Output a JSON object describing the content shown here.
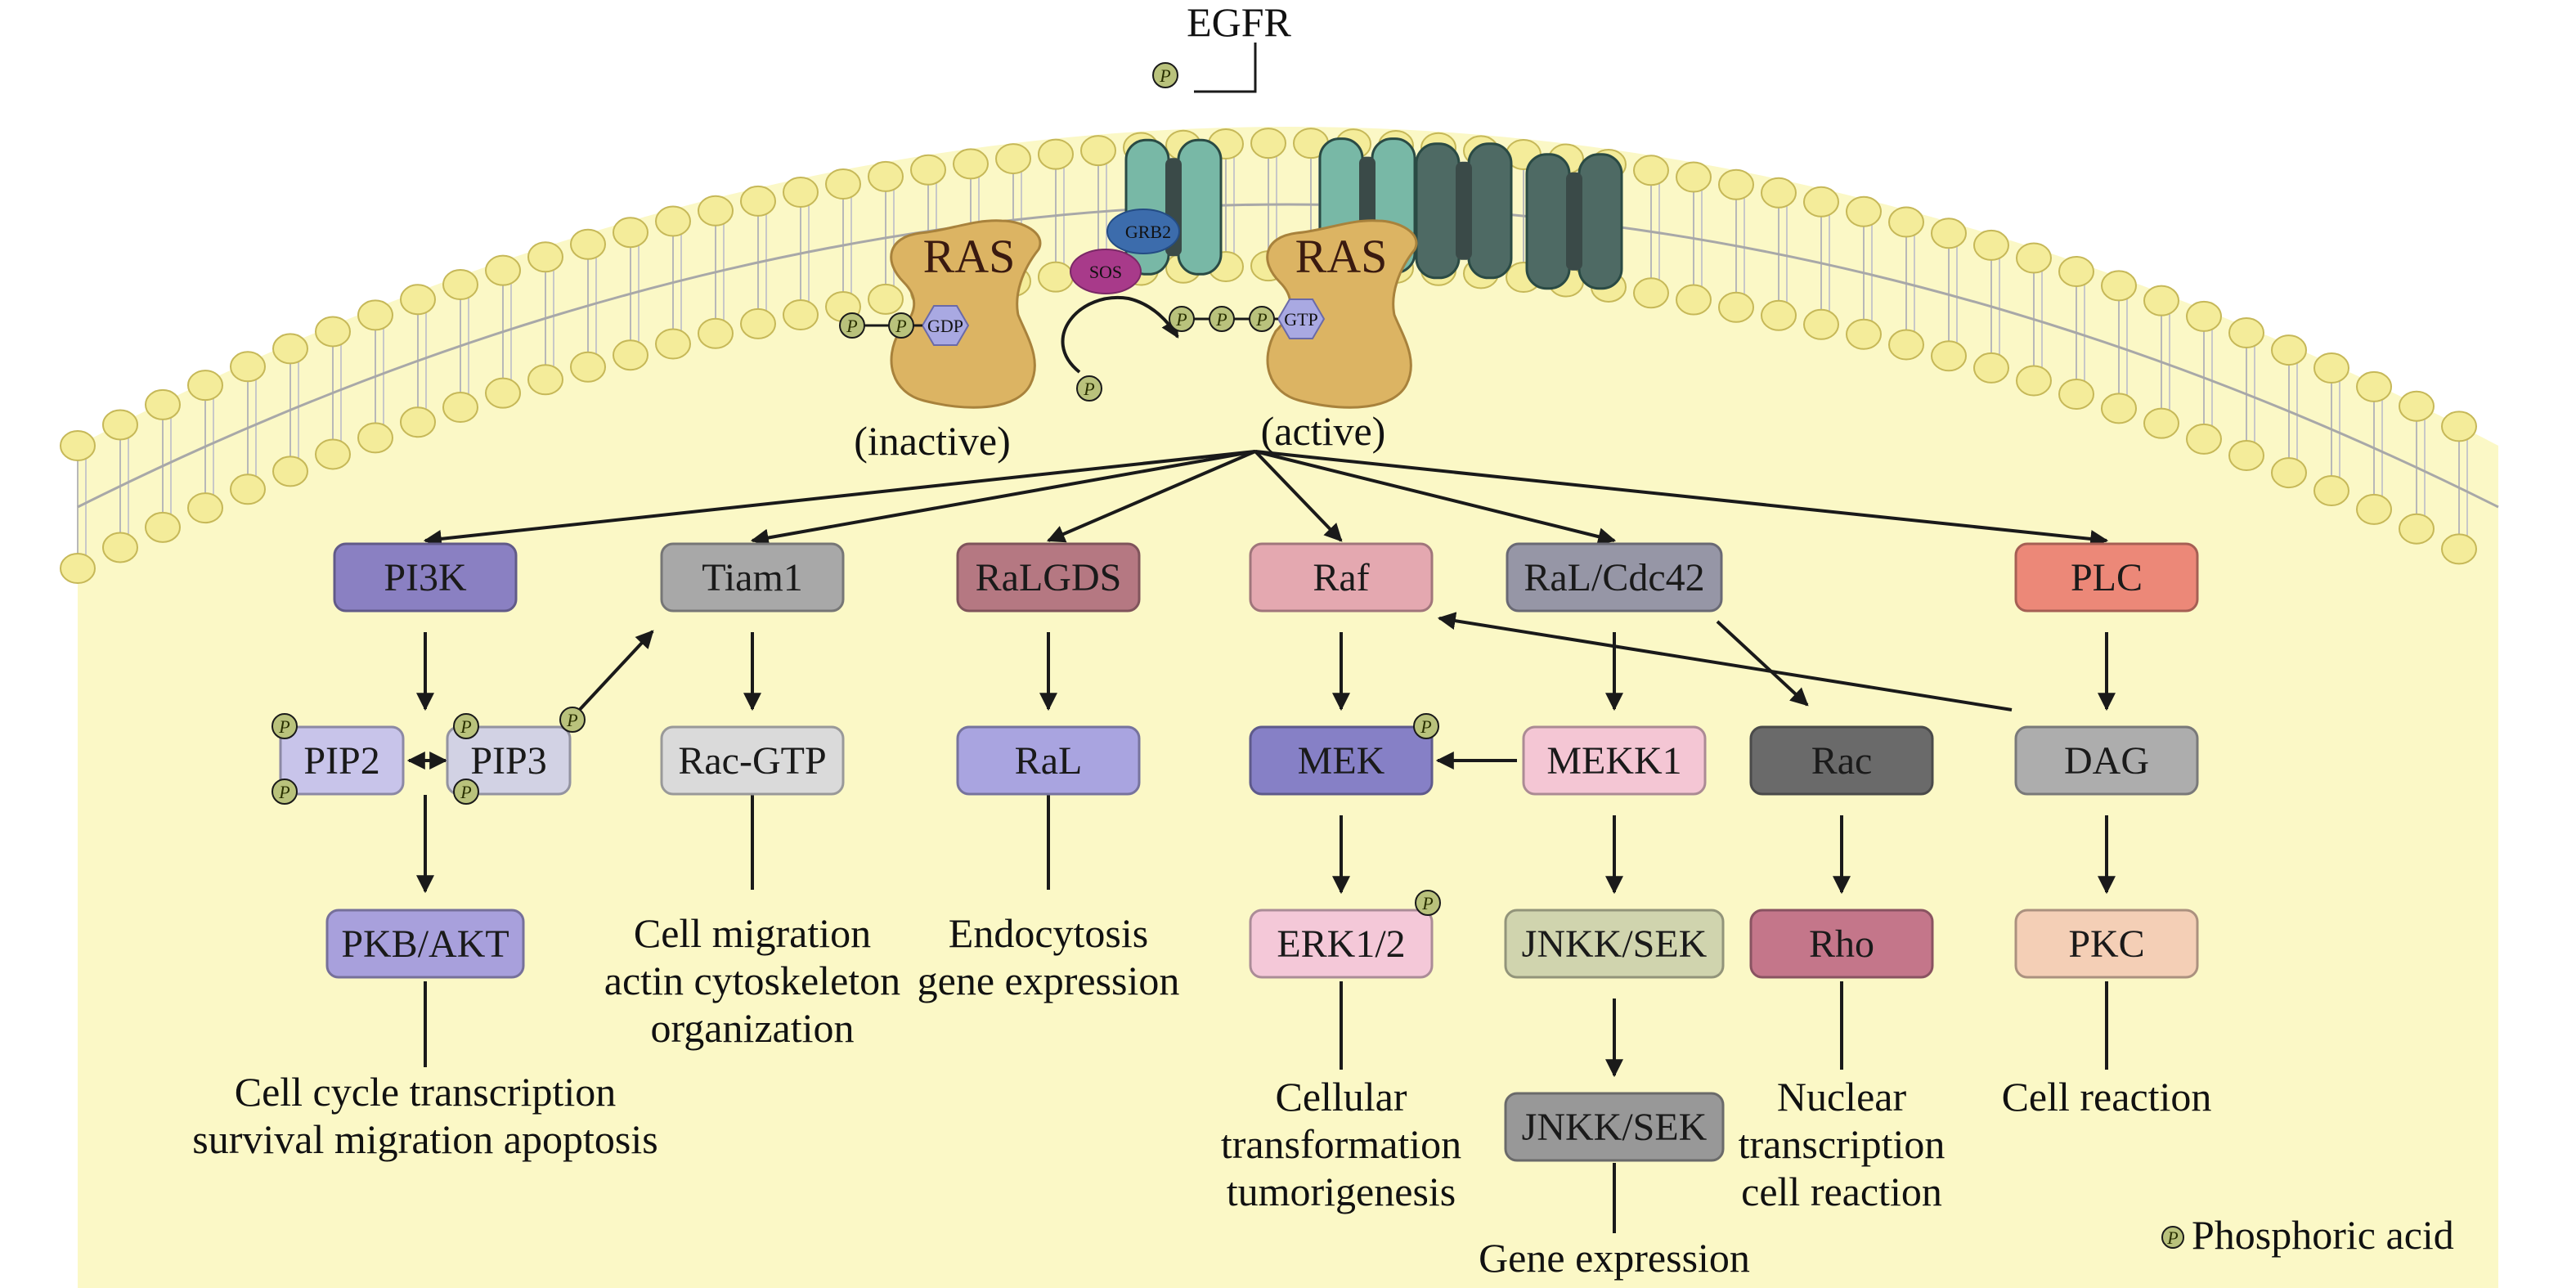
{
  "colors": {
    "cytoplasm": "#fbf8c6",
    "lipid_head": "#f4ec9a",
    "channel": "#78b8a6",
    "ras_body": "#dcb463",
    "phospho": "#b9c27c",
    "arrow": "#1a1a1a"
  },
  "membrane": {
    "receptor_label": "EGFR",
    "ras_inactive": {
      "name": "RAS",
      "nucleotide": "GDP",
      "state": "(inactive)"
    },
    "ras_active": {
      "name": "RAS",
      "nucleotide": "GTP",
      "state": "(active)"
    },
    "adaptor": {
      "grb2": "GRB2",
      "sos": "SOS"
    }
  },
  "phospho_symbol": "P",
  "nodes": {
    "pi3k": {
      "label": "PI3K",
      "fill": "#8a80c2"
    },
    "tiam1": {
      "label": "Tiam1",
      "fill": "#a8a8a8"
    },
    "ralgds": {
      "label": "RaLGDS",
      "fill": "#b57882"
    },
    "raf": {
      "label": "Raf",
      "fill": "#e4a8b0"
    },
    "ral_cdc42": {
      "label": "RaL/Cdc42",
      "fill": "#9696a6"
    },
    "plc": {
      "label": "PLC",
      "fill": "#ec8878"
    },
    "pip2": {
      "label": "PIP2",
      "fill": "#c8c4ea"
    },
    "pip3": {
      "label": "PIP3",
      "fill": "#d2d2e4"
    },
    "rac_gtp": {
      "label": "Rac-GTP",
      "fill": "#dadada"
    },
    "ral": {
      "label": "RaL",
      "fill": "#a9a4e0"
    },
    "mek": {
      "label": "MEK",
      "fill": "#8680c6"
    },
    "mekk1": {
      "label": "MEKK1",
      "fill": "#f4c6d4"
    },
    "rac": {
      "label": "Rac",
      "fill": "#6a6a6a"
    },
    "dag": {
      "label": "DAG",
      "fill": "#adadad"
    },
    "pkb_akt": {
      "label": "PKB/AKT",
      "fill": "#a8a0dc"
    },
    "erk": {
      "label": "ERK1/2",
      "fill": "#f4c8d8"
    },
    "jnkk_sek_1": {
      "label": "JNKK/SEK",
      "fill": "#d0d4ae"
    },
    "rho": {
      "label": "Rho",
      "fill": "#c4768a"
    },
    "pkc": {
      "label": "PKC",
      "fill": "#f4cfb6"
    },
    "jnkk_sek_2": {
      "label": "JNKK/SEK",
      "fill": "#989898"
    }
  },
  "outcomes": {
    "pkb_akt": [
      "Cell cycle transcription",
      "survival migration apoptosis"
    ],
    "rac_gtp": [
      "Cell migration",
      "actin cytoskeleton",
      "organization"
    ],
    "ral": [
      "Endocytosis",
      "gene expression"
    ],
    "erk": [
      "Cellular",
      "transformation",
      "tumorigenesis"
    ],
    "jnkk_sek_2": [
      "Gene expression"
    ],
    "rho": [
      "Nuclear",
      "transcription",
      "cell reaction"
    ],
    "pkc": [
      "Cell reaction"
    ]
  },
  "legend": {
    "symbol": "P",
    "label": "Phosphoric acid"
  }
}
